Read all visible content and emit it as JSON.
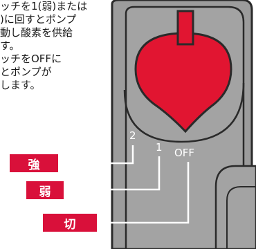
{
  "instructions": {
    "lines": [
      "ッチを1(弱)または",
      ")に回すとポンプ",
      "動し酸素を供給",
      "す。",
      "ッチをOFFに",
      "とポンプが",
      "します。"
    ]
  },
  "switch_positions": {
    "strong_value": "2",
    "weak_value": "1",
    "off_value": "OFF"
  },
  "tags": {
    "strong": "強",
    "weak": "弱",
    "off": "切"
  },
  "colors": {
    "accent": "#d9103a",
    "device_body": "#9a9a9a",
    "device_outline": "#2a2a2a"
  }
}
